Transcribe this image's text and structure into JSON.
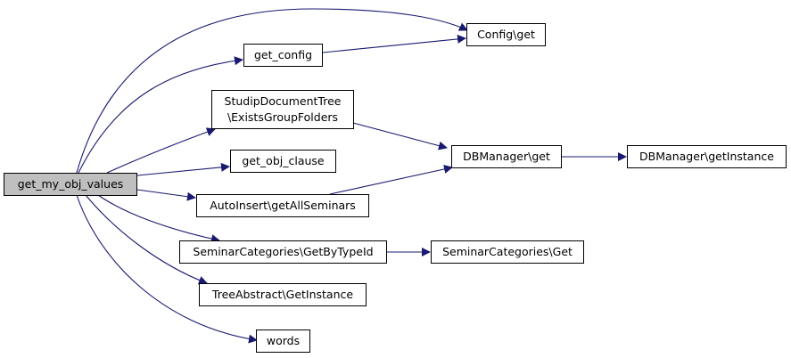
{
  "colors": {
    "edge": "#191970",
    "root_fill": "#bfbfbf",
    "node_fill": "#ffffff",
    "border": "#000000"
  },
  "nodes": {
    "root": {
      "lines": [
        "get_my_obj_values"
      ]
    },
    "config_get": {
      "lines": [
        "Config\\get"
      ]
    },
    "get_config": {
      "lines": [
        "get_config"
      ]
    },
    "studip_tree": {
      "lines": [
        "StudipDocumentTree",
        "\\ExistsGroupFolders"
      ]
    },
    "get_obj_clause": {
      "lines": [
        "get_obj_clause"
      ]
    },
    "dbmanager_get": {
      "lines": [
        "DBManager\\get"
      ]
    },
    "dbmanager_getinstance": {
      "lines": [
        "DBManager\\getInstance"
      ]
    },
    "autoinsert": {
      "lines": [
        "AutoInsert\\getAllSeminars"
      ]
    },
    "semcat_bytype": {
      "lines": [
        "SeminarCategories\\GetByTypeId"
      ]
    },
    "semcat_get": {
      "lines": [
        "SeminarCategories\\Get"
      ]
    },
    "treeabstract": {
      "lines": [
        "TreeAbstract\\GetInstance"
      ]
    },
    "words": {
      "lines": [
        "words"
      ]
    }
  }
}
